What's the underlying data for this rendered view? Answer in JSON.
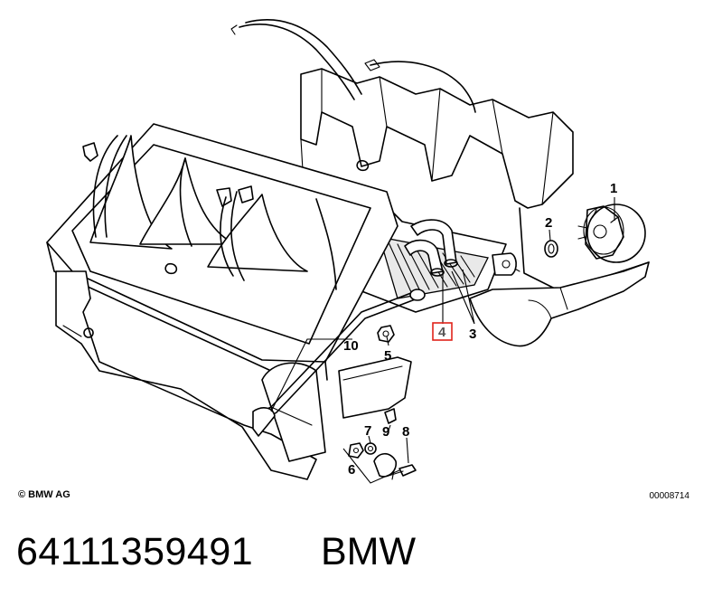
{
  "diagram": {
    "callouts": {
      "c1": "1",
      "c2": "2",
      "c3": "3",
      "c4": "4",
      "c5": "5",
      "c6": "6",
      "c7": "7",
      "c8": "8",
      "c9": "9",
      "c10": "10"
    },
    "highlighted_callout": "4",
    "highlight_color": "#e0231a",
    "copyright": "© BMW AG",
    "drawing_id": "00008714"
  },
  "footer": {
    "part_number": "64111359491",
    "brand": "BMW"
  }
}
